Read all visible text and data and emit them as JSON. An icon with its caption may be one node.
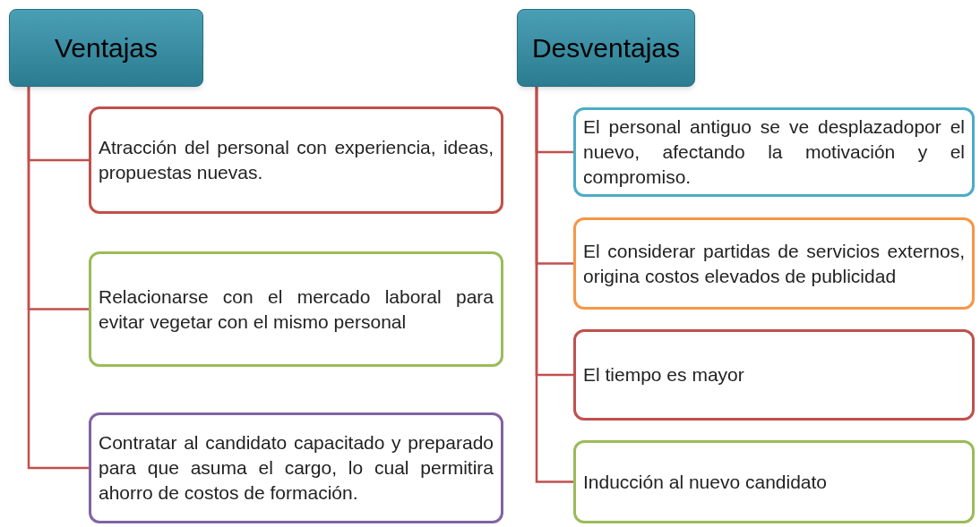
{
  "diagram": {
    "nodes": [
      {
        "text": [
          "Ventajas"
        ]
      },
      {
        "text": [
          "Atracción del personal con experiencia, ideas, propuestas nuevas."
        ]
      },
      {
        "text": [
          "Relacionarse con el mercado laboral para evitar vegetar con el mismo personal"
        ]
      },
      {
        "text": [
          "Contratar al candidato capacitado y preparado para que asuma el cargo, lo cual permitira ahorro de costos de formación."
        ]
      },
      {
        "text": [
          "Desventajas"
        ]
      },
      {
        "text": [
          "El personal antiguo se ve desplazadopor el nuevo, afectando la motivación y el compromiso."
        ]
      },
      {
        "text": [
          "El considerar partidas de servicios externos, origina costos elevados de publicidad"
        ]
      },
      {
        "text": [
          "El tiempo es mayor"
        ]
      },
      {
        "text": [
          "Inducción al nuevo candidato"
        ]
      }
    ],
    "edges": [
      {
        "from": 0,
        "to": 1,
        "arrow": "none"
      },
      {
        "from": 0,
        "to": 2,
        "arrow": "none"
      },
      {
        "from": 0,
        "to": 3,
        "arrow": "none"
      },
      {
        "from": 4,
        "to": 5,
        "arrow": "none"
      },
      {
        "from": 4,
        "to": 6,
        "arrow": "none"
      },
      {
        "from": 4,
        "to": 7,
        "arrow": "none"
      },
      {
        "from": 4,
        "to": 8,
        "arrow": "none"
      }
    ]
  }
}
